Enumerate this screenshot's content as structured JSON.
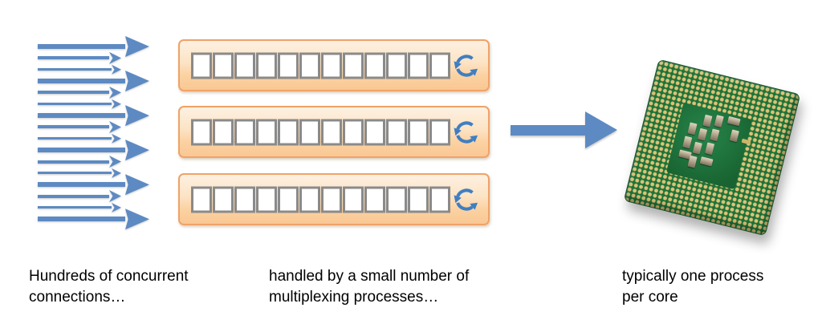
{
  "captions": {
    "left": {
      "line1": "Hundreds of concurrent",
      "line2": "connections…"
    },
    "middle": {
      "line1": "handled by a small number of",
      "line2": "multiplexing processes…"
    },
    "right": {
      "line1": "typically one process",
      "line2": "per core"
    }
  },
  "diagram": {
    "incoming_arrows": {
      "count": 16,
      "pattern": [
        "big",
        "med",
        "thin"
      ]
    },
    "process_bars": {
      "count": 3,
      "slots_per_bar": 12,
      "tops": [
        49,
        132,
        216
      ]
    },
    "icons": [
      "refresh-cycle-icon",
      "right-arrow-icon",
      "cpu-chip-image"
    ]
  },
  "colors": {
    "arrow_blue": "#5d8ac2",
    "cycle_blue": "#3f7ec2",
    "bar_border_orange": "#f0a267",
    "bar_fill_light": "#fdf1e2",
    "bar_fill_deep": "#f9c794",
    "slot_border_gray": "#8a8a8a",
    "slot_fill": "#ffffff",
    "pcb_green": "#1d7238",
    "pin_gold": "#dcc378"
  }
}
